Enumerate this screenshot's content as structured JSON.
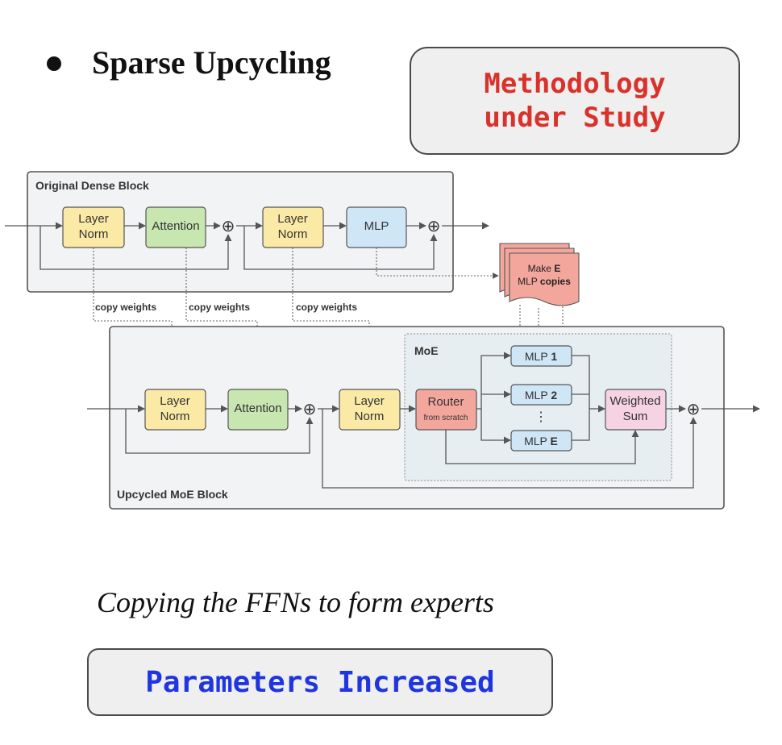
{
  "heading": "Sparse Upcycling",
  "methodology_callout": [
    "Methodology",
    "under Study"
  ],
  "caption": "Copying the FFNs to form experts",
  "parameters_callout": "Parameters Increased",
  "diagram": {
    "dense_block_title": "Original Dense Block",
    "moe_block_title": "Upcycled MoE Block",
    "moe_region_title": "MoE",
    "layer_norm": [
      "Layer",
      "Norm"
    ],
    "attention": "Attention",
    "mlp": "MLP",
    "copy_weights": "copy weights",
    "make_copies": {
      "line1_prefix": "Make ",
      "line1_bold": "E",
      "line2_prefix": "MLP ",
      "line2_bold": "copies"
    },
    "router": "Router",
    "router_sub": "from scratch",
    "experts": [
      {
        "prefix": "MLP ",
        "index": "1"
      },
      {
        "prefix": "MLP ",
        "index": "2"
      },
      {
        "prefix": "MLP ",
        "index": "E"
      }
    ],
    "expert_ellipsis": "⋮",
    "weighted_sum": [
      "Weighted",
      "Sum"
    ],
    "add_symbol": "⊕",
    "colors": {
      "layer_norm": "#fbe9a6",
      "attention": "#c8e6b0",
      "mlp": "#cfe6f7",
      "router": "#f3a79c",
      "weighted_sum": "#f6d3e2",
      "copies": "#f3a79c",
      "block_bg": "#f2f3f5",
      "moe_bg": "#e6eef2"
    }
  }
}
